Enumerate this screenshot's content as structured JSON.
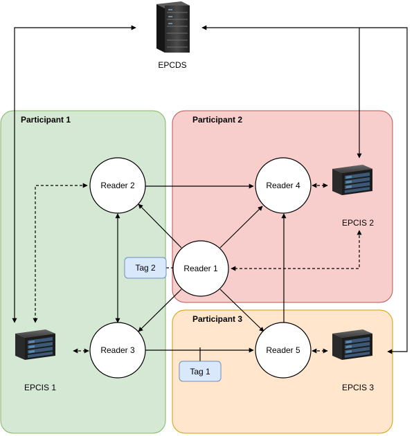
{
  "participants": [
    {
      "label": "Participant 1",
      "fill": "#d5e8d4",
      "stroke": "#82b366"
    },
    {
      "label": "Participant 2",
      "fill": "#f8cecc",
      "stroke": "#b85450"
    },
    {
      "label": "Participant 3",
      "fill": "#ffe6cc",
      "stroke": "#d79b00"
    }
  ],
  "nodes": {
    "epcds": "EPCDS",
    "reader1": "Reader 1",
    "reader2": "Reader 2",
    "reader3": "Reader 3",
    "reader4": "Reader 4",
    "reader5": "Reader 5",
    "epcis1": "EPCIS 1",
    "epcis2": "EPCIS 2",
    "epcis3": "EPCIS 3"
  },
  "tags": {
    "tag1": "Tag 1",
    "tag2": "Tag 2",
    "fill": "#dae8fc",
    "stroke": "#6c8ebf"
  },
  "icons": {
    "server": "server-rack-icon",
    "storage": "storage-server-icon"
  }
}
